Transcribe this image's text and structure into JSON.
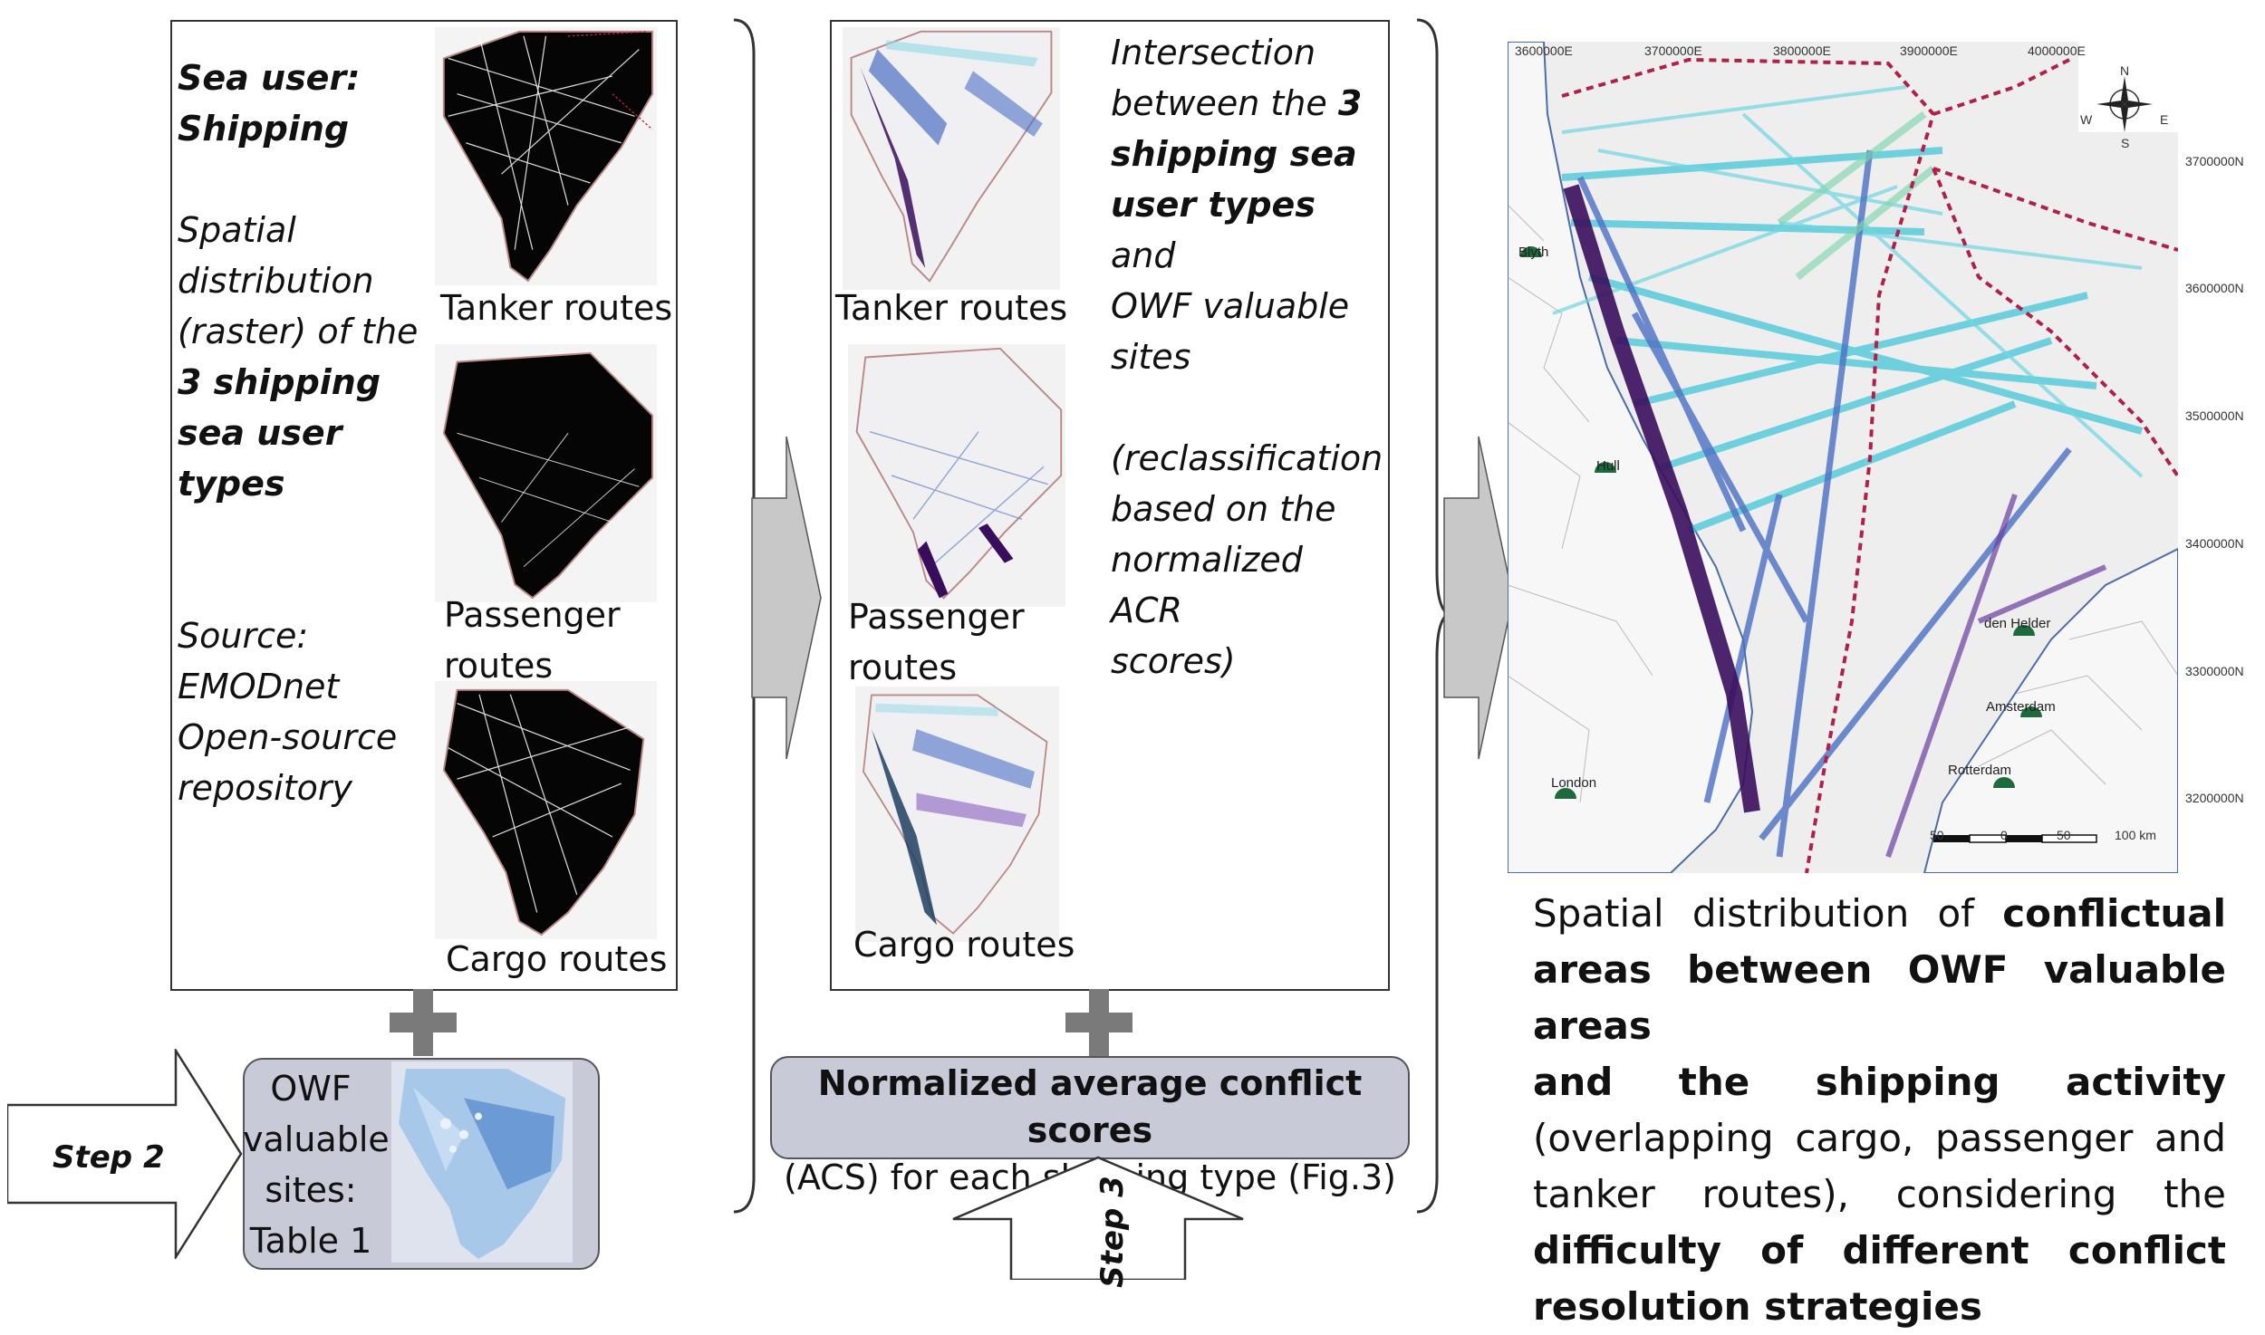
{
  "panel1": {
    "title_line1": "Sea user:",
    "title_line2": "Shipping",
    "desc_line1": "Spatial",
    "desc_line2": "distribution",
    "desc_line3": "(raster) of the",
    "desc_bold1": "3 shipping",
    "desc_bold2": "sea user",
    "desc_bold3": "types",
    "source_line1": "Source:",
    "source_line2": "EMODnet",
    "source_line3": "Open-source",
    "source_line4": "repository",
    "label_tanker": "Tanker routes",
    "label_passenger1": "Passenger",
    "label_passenger2": "routes",
    "label_cargo": "Cargo routes"
  },
  "panel2": {
    "text_line1": "Intersection",
    "text_line2a": "between the ",
    "text_line2b": "3",
    "text_bold1": "shipping sea",
    "text_line4a": "user types",
    "text_line4b": " and",
    "text_line5": "OWF valuable",
    "text_line6": "sites",
    "recl_line1": "(reclassification",
    "recl_line2": "based on the",
    "recl_line3": "normalized ACR",
    "recl_line4": "scores)",
    "label_tanker": "Tanker routes",
    "label_passenger1": "Passenger",
    "label_passenger2": "routes",
    "label_cargo": "Cargo routes"
  },
  "owf_box": {
    "line1": "OWF",
    "line2": "valuable",
    "line3": "sites:",
    "line4": "Table 1"
  },
  "acs_box": {
    "line1": "Normalized average conflict scores",
    "line2": "(ACS) for each shipping type (Fig.3)"
  },
  "steps": {
    "step2": "Step 2",
    "step3": "Step 3"
  },
  "map": {
    "x_ticks": [
      "3600000E",
      "3700000E",
      "3800000E",
      "3900000E",
      "4000000E"
    ],
    "y_ticks": [
      "3700000N",
      "3600000N",
      "3500000N",
      "3400000N",
      "3300000N",
      "3200000N"
    ],
    "cities": [
      "Blyth",
      "Hull",
      "London",
      "den Helder",
      "Amsterdam",
      "Rotterdam"
    ],
    "compass": {
      "n": "N",
      "s": "S",
      "e": "E",
      "w": "W"
    },
    "scale": [
      "50",
      "0",
      "50",
      "100 km"
    ]
  },
  "caption": {
    "l1a": "Spatial distribution of ",
    "l1b": "conflictual",
    "l2": "areas between OWF valuable areas",
    "l3a": "and the shipping activity",
    "l4": "(overlapping cargo, passenger and",
    "l5": "tanker routes), considering the",
    "l6": "difficulty of different conflict",
    "l7": "resolution strategies"
  },
  "colors": {
    "raster_black": "#050505",
    "gray_box": "#c8cad8",
    "arrow_gray": "#c8c8c8",
    "plus_gray": "#7a7a7a",
    "cyan_route": "#43c6d6",
    "purple_route": "#3a0d5c",
    "blue_route": "#4c6fc4",
    "border_red": "#b0204a"
  }
}
